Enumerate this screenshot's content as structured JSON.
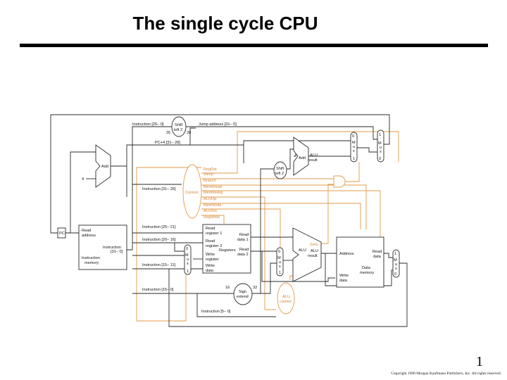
{
  "slide": {
    "title": "The single cycle CPU",
    "page_number": "1",
    "copyright": "Copyright 1998 Morgan Kaufmann Publishers, Inc. All rights reserved."
  },
  "diagram": {
    "pc": "PC",
    "instr_mem": {
      "read_address": [
        "Read",
        "address"
      ],
      "instruction": [
        "Instruction",
        "[31– 0]"
      ],
      "name": [
        "Instruction",
        "memory"
      ]
    },
    "add_pc": "Add",
    "const_4": "4",
    "shift_jump": {
      "label": [
        "Shift",
        "left 2"
      ],
      "in_bits": "26",
      "out_bits": "28"
    },
    "instr_25_0": "Instruction [25– 0]",
    "jump_address": "Jump address [31– 0]",
    "pc4_bits": "PC+4 [31– 28]",
    "add_branch": {
      "name": "Add",
      "result": [
        "ALU",
        "result"
      ]
    },
    "shift_branch": [
      "Shift",
      "left 2"
    ],
    "control": {
      "name": "Control",
      "input": "Instruction [31– 26]",
      "signals": [
        "RegDst",
        "Jump",
        "Branch",
        "MemRead",
        "MemtoReg",
        "ALUOp",
        "MemWrite",
        "ALUSrc",
        "RegWrite"
      ]
    },
    "instr_fields": [
      "Instruction [25– 21]",
      "Instruction [20– 16]",
      "Instruction [15– 11]",
      "Instruction [15– 0]",
      "Instruction [5– 0]"
    ],
    "registers": {
      "name": "Registers",
      "read_reg_1": [
        "Read",
        "register 1"
      ],
      "read_reg_2": [
        "Read",
        "register 2"
      ],
      "write_reg": [
        "Write",
        "register"
      ],
      "write_data": [
        "Write",
        "data"
      ],
      "read_data_1": [
        "Read",
        "data 1"
      ],
      "read_data_2": [
        "Read",
        "data 2"
      ]
    },
    "sign_extend": {
      "label": [
        "Sign",
        "extend"
      ],
      "in_bits": "16",
      "out_bits": "32"
    },
    "alu": {
      "name": "ALU",
      "zero": "Zero",
      "result": [
        "ALU",
        "result"
      ]
    },
    "alu_control": [
      "ALU",
      "control"
    ],
    "data_memory": {
      "address": "Address",
      "read_data": [
        "Read",
        "data"
      ],
      "write_data": [
        "Write",
        "data"
      ],
      "name": [
        "Data",
        "memory"
      ]
    },
    "mux_01": [
      "0",
      "M",
      "u",
      "x",
      "1"
    ],
    "mux_10": [
      "1",
      "M",
      "u",
      "x",
      "0"
    ],
    "colors": {
      "datapath": "#2a2a2a",
      "control": "#e39a4a"
    }
  }
}
